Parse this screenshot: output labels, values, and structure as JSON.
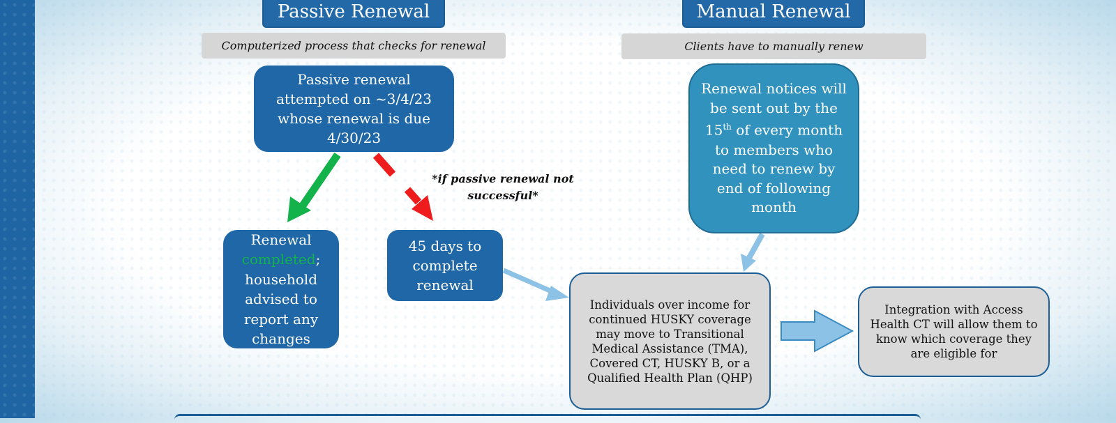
{
  "headers": {
    "passive": "Passive Renewal",
    "manual": "Manual Renewal"
  },
  "subtitles": {
    "passive": "Computerized process that checks for renewal",
    "manual": "Clients have to manually renew"
  },
  "boxes": {
    "passive_attempt": "Passive renewal attempted on ~3/4/23 whose renewal is due 4/30/23",
    "renewal_completed": {
      "part1": "Renewal",
      "part2": "completed",
      "part3": "; household advised to report any changes"
    },
    "days_45": "45 days to complete renewal",
    "notices": {
      "part1": "Renewal notices will be sent out by the 15",
      "sup": "th",
      "part2": " of every month to members who need to renew by end of following month"
    },
    "individuals": "Individuals over income for continued HUSKY coverage may move to Transitional Medical Assistance (TMA), Covered CT, HUSKY B, or a Qualified Health Plan (QHP)",
    "integration": "Integration with Access Health CT will allow them to know which coverage they are eligible for"
  },
  "note": "*if passive renewal  not successful*",
  "colors": {
    "header_blue": "#2369a8",
    "box_blue": "#1f67a6",
    "box_teal": "#3192bd",
    "box_grey": "#d9d9d9",
    "arrow_green": "#13b24b",
    "arrow_red": "#ee1c1c",
    "arrow_light": "#8cc2e6"
  }
}
